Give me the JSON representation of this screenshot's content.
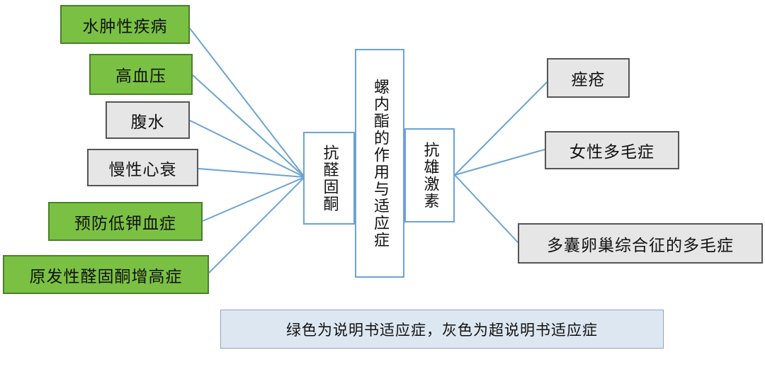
{
  "center": {
    "title": "螺内酯的作用与适应症",
    "left_mechanism": "抗醛固酮",
    "right_mechanism": "抗雄激素"
  },
  "left_indications": [
    {
      "label": "水肿性疾病",
      "category": "green"
    },
    {
      "label": "高血压",
      "category": "green"
    },
    {
      "label": "腹水",
      "category": "gray"
    },
    {
      "label": "慢性心衰",
      "category": "gray"
    },
    {
      "label": "预防低钾血症",
      "category": "green"
    },
    {
      "label": "原发性醛固酮增高症",
      "category": "green"
    }
  ],
  "right_indications": [
    {
      "label": "痤疮",
      "category": "gray"
    },
    {
      "label": "女性多毛症",
      "category": "gray"
    },
    {
      "label": "多囊卵巢综合征的多毛症",
      "category": "gray"
    }
  ],
  "legend": {
    "text": "绿色为说明书适应症，灰色为超说明书适应症"
  },
  "colors": {
    "green": "#7ac143",
    "gray": "#e6e6e6",
    "connector": "#6aa3d4",
    "legend_bg": "#dde7f2"
  }
}
